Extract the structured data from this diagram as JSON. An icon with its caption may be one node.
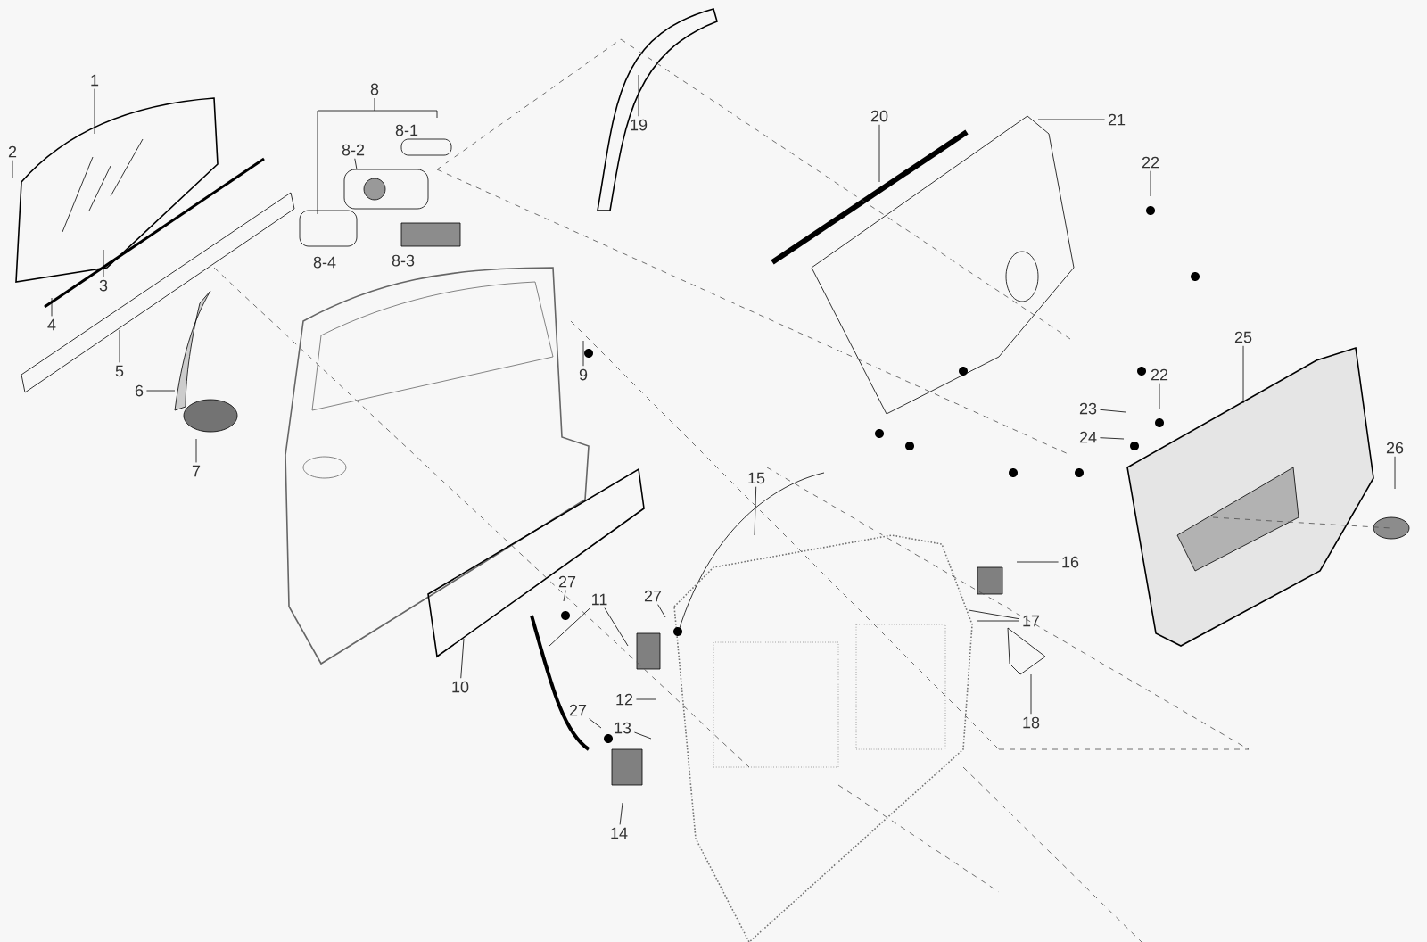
{
  "diagram": {
    "nodes": [
      {
        "text": [
          "1"
        ]
      },
      {
        "text": [
          "2"
        ]
      },
      {
        "text": [
          "3"
        ]
      },
      {
        "text": [
          "4"
        ]
      },
      {
        "text": [
          "5"
        ]
      },
      {
        "text": [
          "6"
        ]
      },
      {
        "text": [
          "7"
        ]
      },
      {
        "text": [
          "8"
        ]
      },
      {
        "text": [
          "8-1"
        ]
      },
      {
        "text": [
          "8-2"
        ]
      },
      {
        "text": [
          "8-3"
        ]
      },
      {
        "text": [
          "8-4"
        ]
      },
      {
        "text": [
          "9"
        ]
      },
      {
        "text": [
          "10"
        ]
      },
      {
        "text": [
          "11"
        ]
      },
      {
        "text": [
          "12"
        ]
      },
      {
        "text": [
          "13"
        ]
      },
      {
        "text": [
          "14"
        ]
      },
      {
        "text": [
          "15"
        ]
      },
      {
        "text": [
          "16"
        ]
      },
      {
        "text": [
          "17"
        ]
      },
      {
        "text": [
          "18"
        ]
      },
      {
        "text": [
          "19"
        ]
      },
      {
        "text": [
          "20"
        ]
      },
      {
        "text": [
          "21"
        ]
      },
      {
        "text": [
          "22"
        ]
      },
      {
        "text": [
          "22"
        ]
      },
      {
        "text": [
          "23"
        ]
      },
      {
        "text": [
          "24"
        ]
      },
      {
        "text": [
          "25"
        ]
      },
      {
        "text": [
          "26"
        ]
      },
      {
        "text": [
          "27"
        ]
      },
      {
        "text": [
          "27"
        ]
      },
      {
        "text": [
          "27"
        ]
      }
    ],
    "edges": [
      {
        "from": 0,
        "to": null,
        "arrow": "none"
      },
      {
        "from": 1,
        "to": null,
        "arrow": "none"
      },
      {
        "from": 2,
        "to": null,
        "arrow": "none"
      },
      {
        "from": 3,
        "to": null,
        "arrow": "none"
      },
      {
        "from": 4,
        "to": null,
        "arrow": "none"
      },
      {
        "from": 5,
        "to": null,
        "arrow": "none"
      },
      {
        "from": 6,
        "to": null,
        "arrow": "none"
      },
      {
        "from": 9,
        "to": null,
        "arrow": "none"
      },
      {
        "from": 12,
        "to": null,
        "arrow": "none"
      },
      {
        "from": 13,
        "to": null,
        "arrow": "none"
      },
      {
        "from": 14,
        "to": null,
        "arrow": "none"
      },
      {
        "from": 14,
        "to": null,
        "arrow": "none"
      },
      {
        "from": 15,
        "to": null,
        "arrow": "none"
      },
      {
        "from": 16,
        "to": null,
        "arrow": "none"
      },
      {
        "from": 17,
        "to": null,
        "arrow": "none"
      },
      {
        "from": 18,
        "to": null,
        "arrow": "none"
      },
      {
        "from": 19,
        "to": null,
        "arrow": "none"
      },
      {
        "from": 20,
        "to": null,
        "arrow": "none"
      },
      {
        "from": 20,
        "to": null,
        "arrow": "none"
      },
      {
        "from": 21,
        "to": null,
        "arrow": "none"
      },
      {
        "from": 22,
        "to": null,
        "arrow": "none"
      },
      {
        "from": 23,
        "to": null,
        "arrow": "none"
      },
      {
        "from": 24,
        "to": null,
        "arrow": "none"
      },
      {
        "from": 25,
        "to": null,
        "arrow": "none"
      },
      {
        "from": 26,
        "to": null,
        "arrow": "none"
      },
      {
        "from": 27,
        "to": null,
        "arrow": "none"
      },
      {
        "from": 28,
        "to": null,
        "arrow": "none"
      },
      {
        "from": 29,
        "to": null,
        "arrow": "none"
      },
      {
        "from": 30,
        "to": null,
        "arrow": "none"
      },
      {
        "from": 31,
        "to": null,
        "arrow": "none"
      },
      {
        "from": 32,
        "to": null,
        "arrow": "none"
      },
      {
        "from": 33,
        "to": null,
        "arrow": "none"
      }
    ]
  }
}
